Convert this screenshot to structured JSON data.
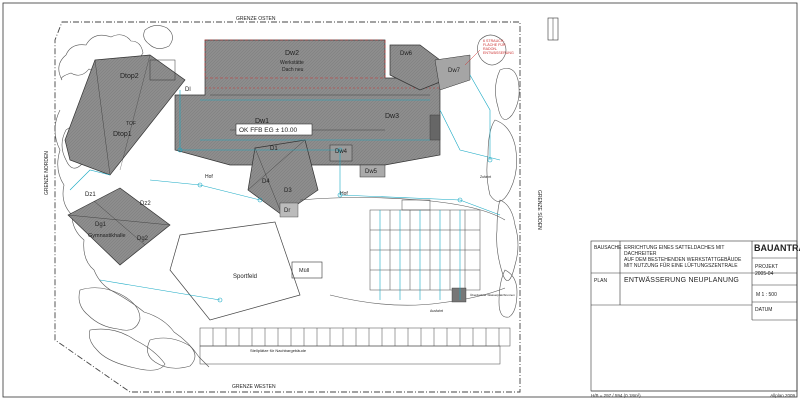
{
  "borders": {
    "east": "GRENZE OSTEN",
    "north": "GRENZE NORDEN",
    "south": "GRENZE SÜDEN",
    "west": "GRENZE WESTEN"
  },
  "buildings": {
    "werkstatt": {
      "code": "Dw2",
      "name": "Werkstätte",
      "note": "Dach neu"
    },
    "dw1": "Dw1",
    "dw3": "Dw3",
    "dw4": "Dw4",
    "dw5": "Dw5",
    "dw6": "Dw6",
    "dw7": "Dw7",
    "top2": "Dtop2",
    "top1": "Dtop1",
    "top": "TOF",
    "dz1": "Dz1",
    "dz2": "Dz2",
    "dl": "Dl",
    "d1": "D1",
    "d3": "D3",
    "d4": "D4",
    "dr": "Dr",
    "gym": {
      "code1": "Dg1",
      "code2": "Dg2",
      "name": "Gymnastikhalle"
    }
  },
  "ok_label": "OK FFB EG ± 10.00",
  "areas": {
    "hof1": "Hof",
    "hof2": "Hof",
    "sportfeld": "Sportfeld",
    "muell": "Müll",
    "parking": "Stellplätze für Nachbargebäude",
    "zufahrt": "Zufahrt",
    "ausfahrt": "Ausfahrt",
    "wasserlauf": "Überdachter Wasserplatzbrunnen"
  },
  "annotation_red": "6 STRAUCH-\nFLÄCHE FÜR\nRADON-\nENTWÄSSERUNG",
  "title_block": {
    "bausache_label": "BAUSACHE",
    "bausache_text": "ERRICHTUNG EINES SATTELDACHES MIT DACHREITER\nAUF DEM BESTEHENDEN WERKSTATTGEBÄUDE\nMIT NUTZUNG FÜR EINE LÜFTUNGSZENTRALE",
    "doc_type": "BAUANTRAG",
    "projekt_label": "PROJEKT",
    "projekt_value": "2005-04",
    "plan_label": "PLAN",
    "plan_title": "ENTWÄSSERUNG NEUPLANUNG",
    "massstab": "M 1 : 500",
    "datum_label": "DATUM"
  },
  "footer": {
    "format": "H/B = 297 / 594 (0.18m²)",
    "software": "Allplan 2009"
  }
}
